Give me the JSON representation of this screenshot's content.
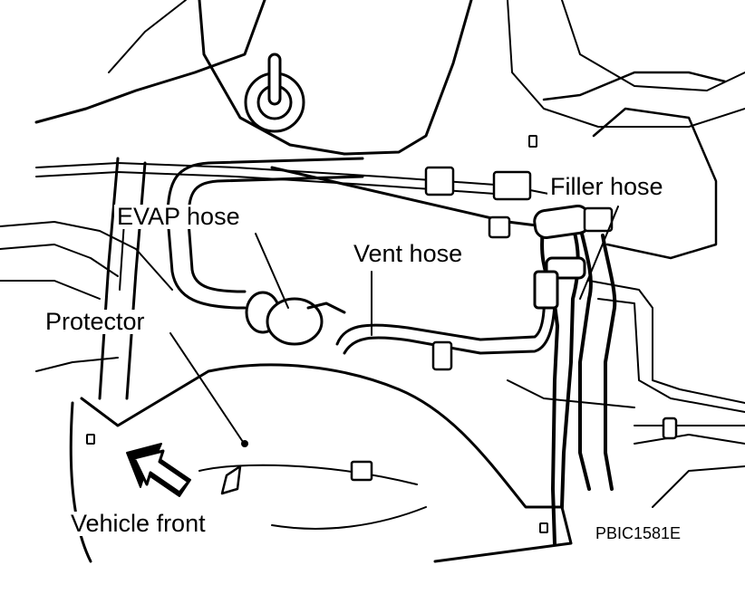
{
  "figure": {
    "labels": {
      "evap_hose": "EVAP hose",
      "vent_hose": "Vent hose",
      "filler_hose": "Filler hose",
      "protector": "Protector",
      "vehicle_front": "Vehicle front"
    },
    "figure_code": "PBIC1581E"
  },
  "colors": {
    "line": "#000000",
    "background": "#ffffff"
  }
}
